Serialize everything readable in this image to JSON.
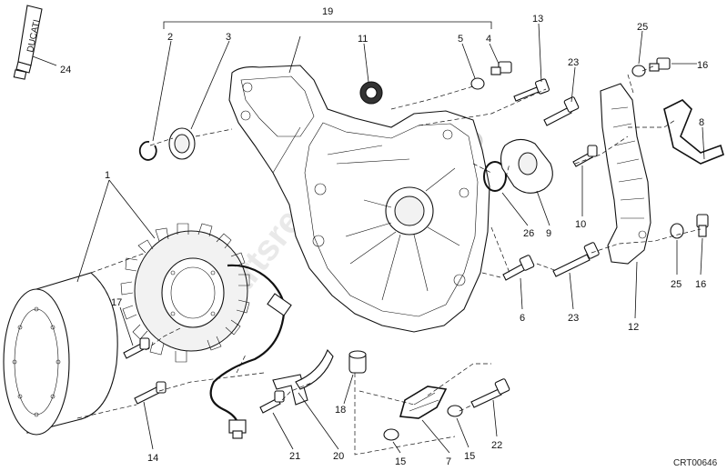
{
  "diagram": {
    "ref_code": "CRT00646",
    "tube_brand": "DUCATI",
    "watermark": "partsrepublik",
    "labels": {
      "p1": "1",
      "p2": "2",
      "p3": "3",
      "p4": "4",
      "p5": "5",
      "p6": "6",
      "p7": "7",
      "p8": "8",
      "p9": "9",
      "p10": "10",
      "p11": "11",
      "p12": "12",
      "p13": "13",
      "p14": "14",
      "p15a": "15",
      "p15b": "15",
      "p16a": "16",
      "p16b": "16",
      "p17": "17",
      "p18": "18",
      "p19": "19",
      "p20": "20",
      "p21": "21",
      "p22": "22",
      "p23a": "23",
      "p23b": "23",
      "p24": "24",
      "p25a": "25",
      "p25b": "25",
      "p26": "26"
    }
  }
}
